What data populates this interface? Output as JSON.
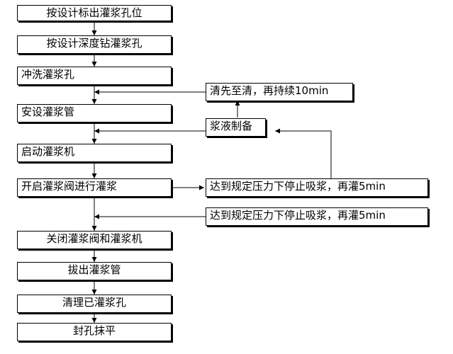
{
  "steps": [
    "按设计标出灌浆孔位",
    "按设计深度钻灌浆孔",
    "冲洗灌浆孔",
    "安设灌浆管",
    "启动灌浆机",
    "开启灌浆阀进行灌浆",
    "关闭灌浆阀和灌浆机",
    "拔出灌浆管",
    "清理已灌浆孔",
    "封孔抹平"
  ],
  "side_notes": {
    "clean_water": "清先至清，再持续10min",
    "slurry_prep": "浆液制备",
    "pressure_stop_1": "达到规定压力下停止吸浆，再灌5min",
    "pressure_stop_2": "达到规定压力下停止吸浆，再灌5min"
  }
}
